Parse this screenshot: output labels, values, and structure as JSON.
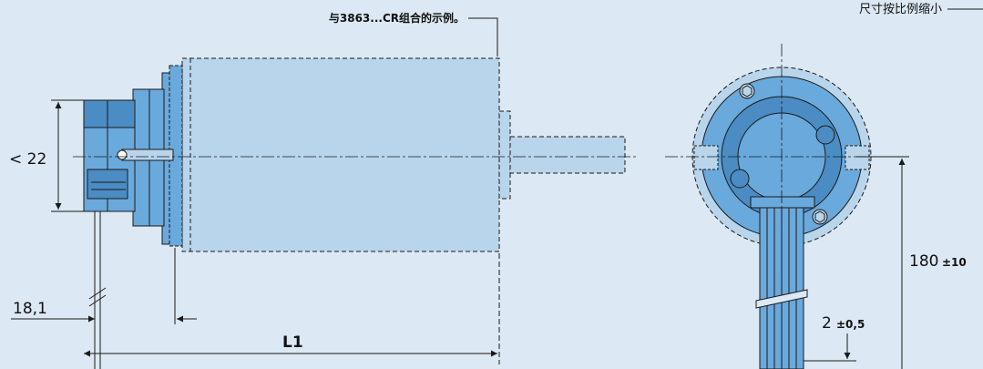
{
  "drawing": {
    "scale_note": "尺寸按比例缩小",
    "combo_note": "与3863...CR组合的示例。",
    "colors": {
      "background": "#dce8f3",
      "part_fill": "#6aa9dc",
      "part_dark": "#4b8cc4",
      "motor_fill": "#b9d5ec",
      "line": "#1a1a1a"
    }
  },
  "dimensions": {
    "height_label": "< 22",
    "offset_label": "18,1",
    "length_label": "L1",
    "cable_length_value": "180",
    "cable_length_tol": "±10",
    "strip_length_value": "2",
    "strip_length_tol": "±0,5"
  }
}
